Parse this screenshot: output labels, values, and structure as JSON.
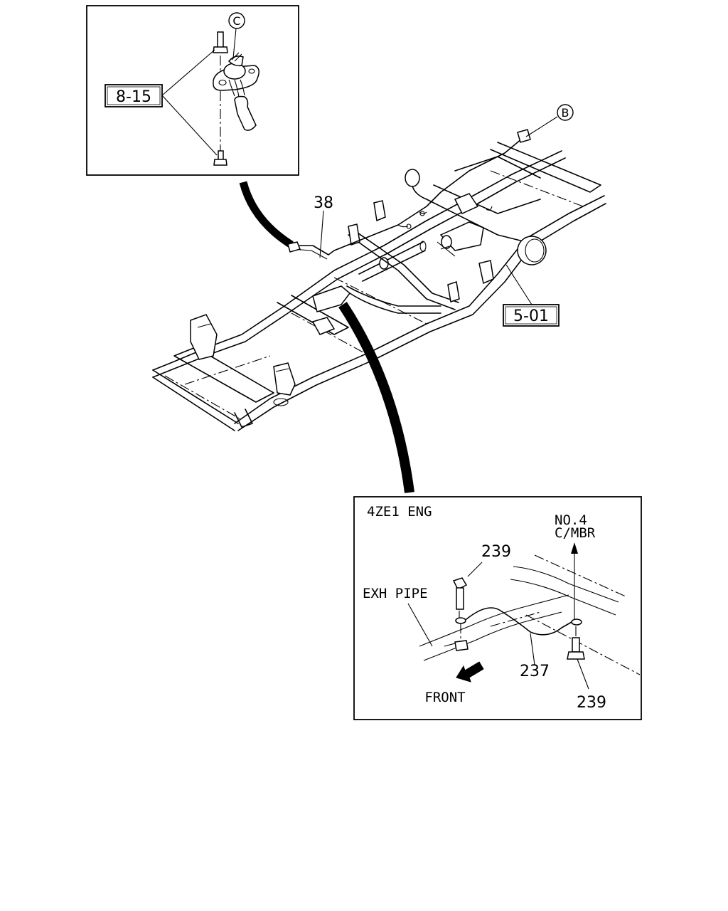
{
  "inset_top": {
    "circle_label": "C",
    "ref_box": "8-15"
  },
  "main_diagram": {
    "circle_label": "B",
    "part_38": "38",
    "ref_box": "5-01"
  },
  "inset_bottom": {
    "engine_label": "4ZE1 ENG",
    "member_label_line1": "NO.4",
    "member_label_line2": "C/MBR",
    "part_239_top": "239",
    "exh_pipe_label": "EXH PIPE",
    "part_237": "237",
    "front_label": "FRONT",
    "part_239_bottom": "239"
  }
}
